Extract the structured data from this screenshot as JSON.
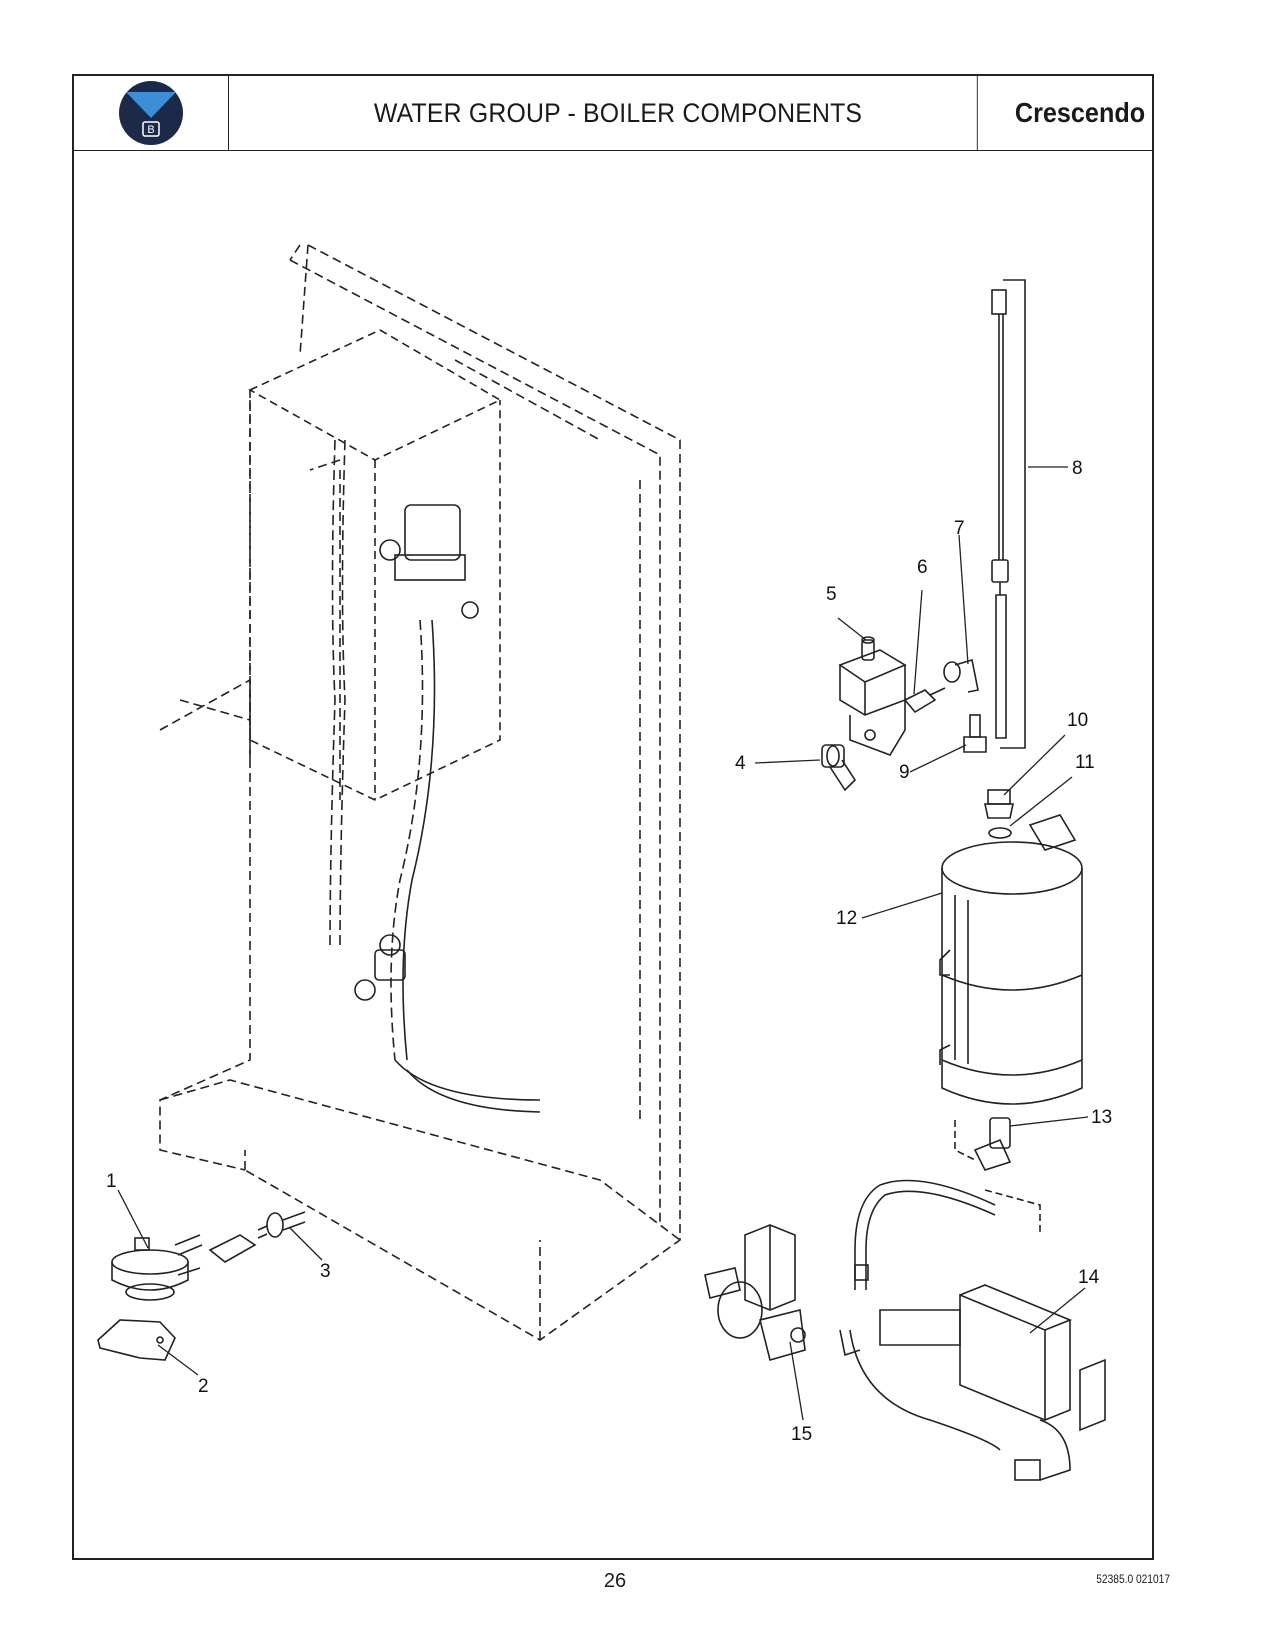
{
  "header": {
    "title": "WATER GROUP - BOILER COMPONENTS",
    "model": "Crescendo",
    "logo_letter": "B"
  },
  "callouts": [
    "1",
    "2",
    "3",
    "4",
    "5",
    "6",
    "7",
    "8",
    "9",
    "10",
    "11",
    "12",
    "13",
    "14",
    "15"
  ],
  "footer": {
    "page_number": "26",
    "doc_number": "52385.0 021017"
  },
  "colors": {
    "logo_navy": "#1c2a4a",
    "logo_blue": "#3b8fd6",
    "line": "#222222"
  }
}
